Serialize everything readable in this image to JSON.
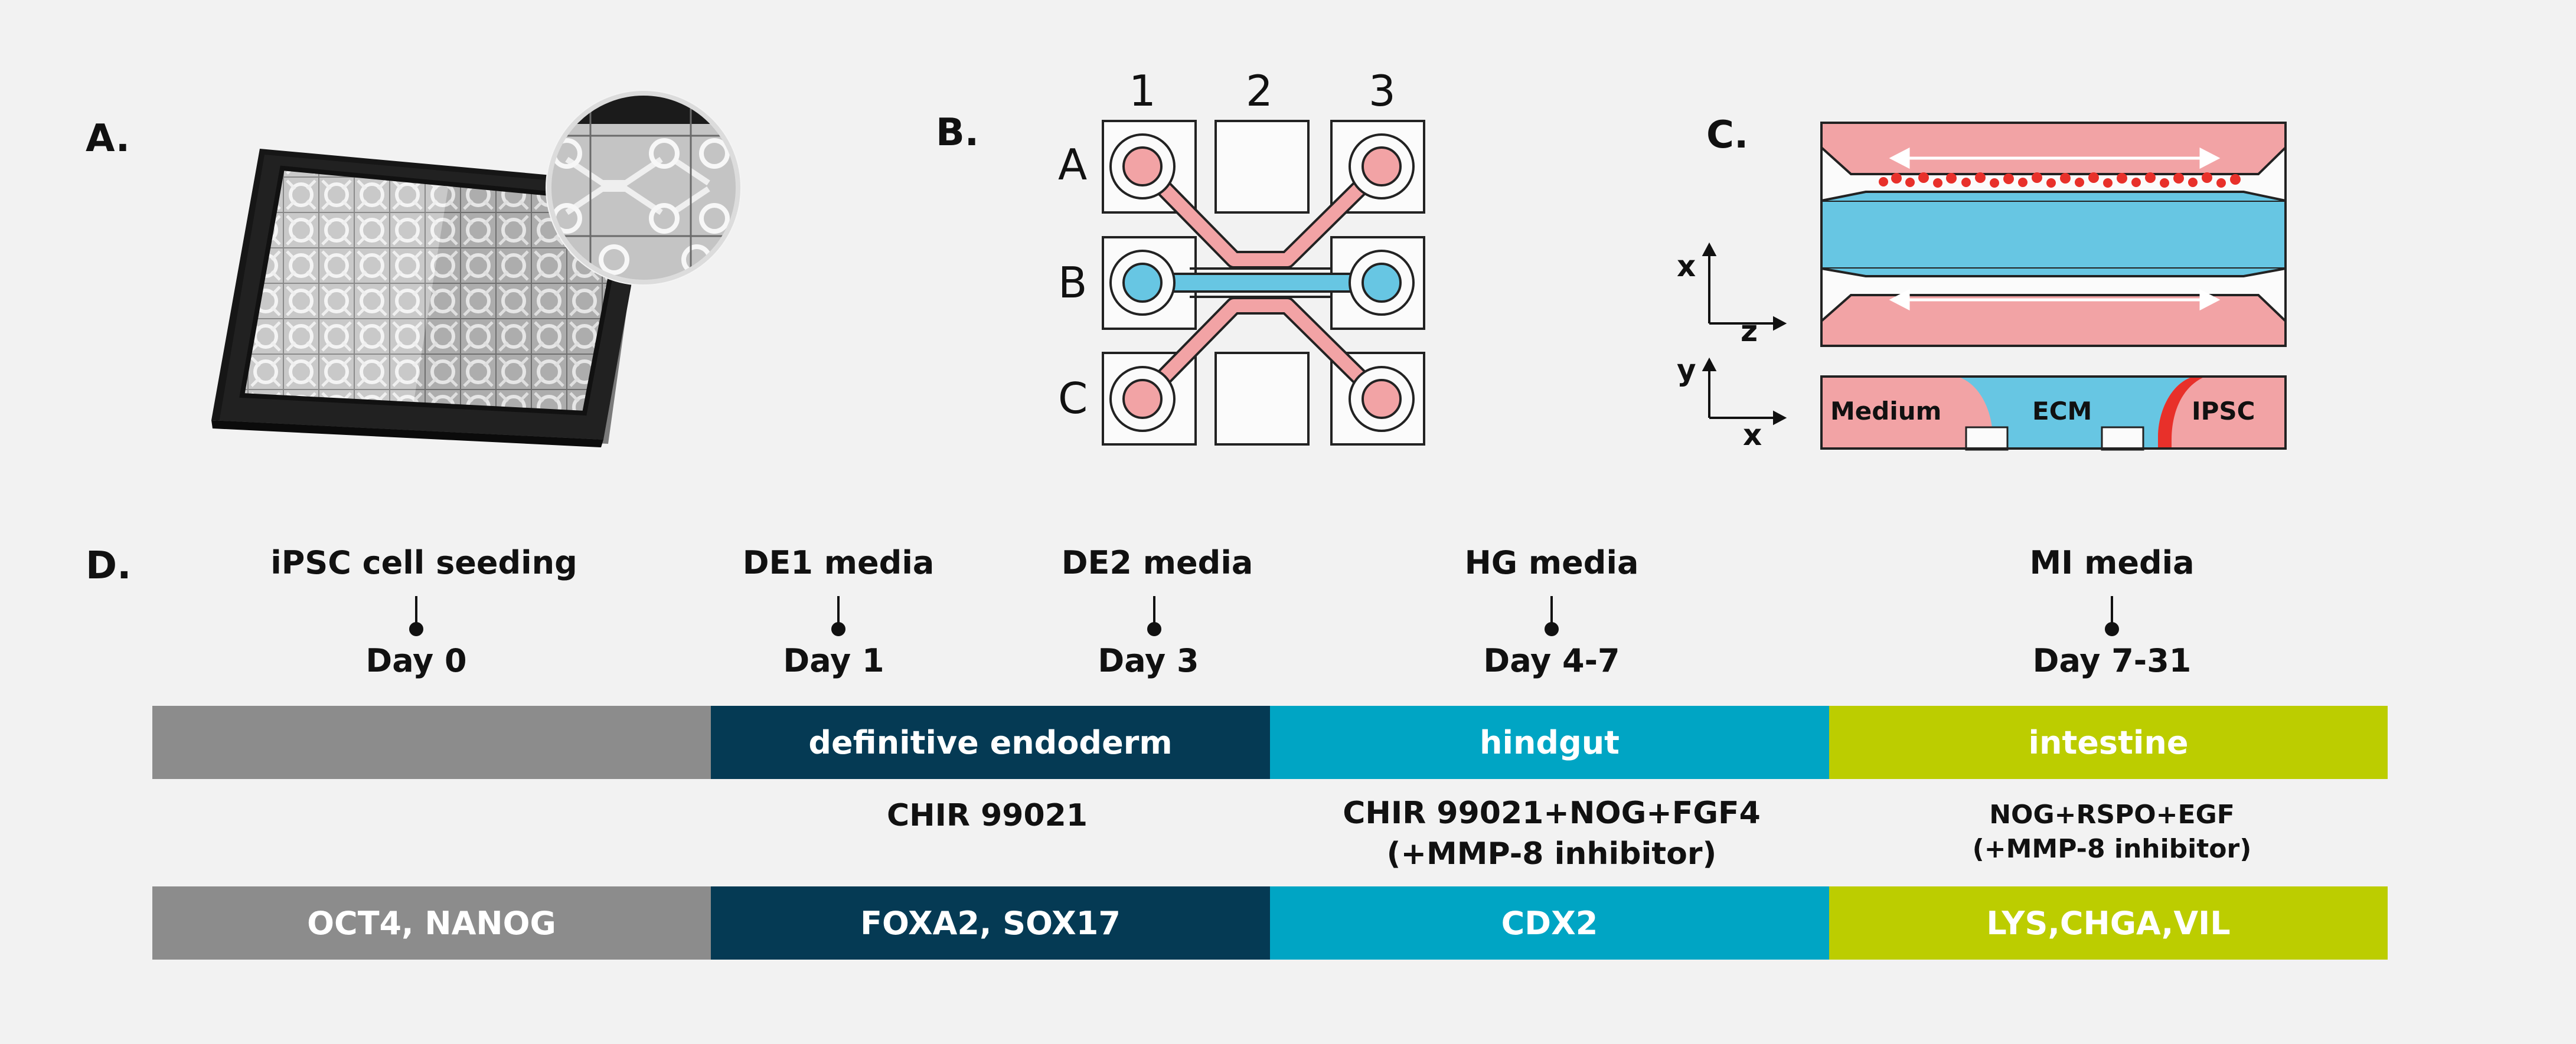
{
  "panels": {
    "a": "A.",
    "b": "B.",
    "c": "C.",
    "d": "D."
  },
  "chip": {
    "columns": [
      "1",
      "2",
      "3"
    ],
    "rows": [
      "A",
      "B",
      "C"
    ]
  },
  "cross_section": {
    "axes_top": {
      "vertical": "x",
      "horizontal": "z"
    },
    "axes_bottom": {
      "vertical": "y",
      "horizontal": "x"
    },
    "labels": {
      "medium": "Medium",
      "ecm": "ECM",
      "ipsc": "IPSC"
    }
  },
  "timeline": {
    "events": [
      {
        "media": "iPSC cell seeding",
        "day": "Day 0"
      },
      {
        "media": "DE1 media",
        "day": "Day 1"
      },
      {
        "media": "DE2 media",
        "day": "Day 3"
      },
      {
        "media": "HG media",
        "day": "Day 4-7"
      },
      {
        "media": "MI media",
        "day": "Day 7-31"
      }
    ],
    "stages": [
      "",
      "definitive endoderm",
      "hindgut",
      "intestine"
    ],
    "factors": [
      {
        "line1": "",
        "line2": ""
      },
      {
        "line1": "CHIR 99021",
        "line2": ""
      },
      {
        "line1": "CHIR 99021+NOG+FGF4",
        "line2": "(+MMP-8 inhibitor)"
      },
      {
        "line1": "NOG+RSPO+EGF",
        "line2": "(+MMP-8 inhibitor)"
      }
    ],
    "markers": [
      "OCT4, NANOG",
      "FOXA2, SOX17",
      "CDX2",
      "LYS,CHGA,VIL"
    ]
  },
  "colors": {
    "ipsc_gray": "#8c8c8c",
    "endoderm_navy": "#053a54",
    "hindgut_teal": "#00a5c4",
    "intestine_lime": "#bccd00",
    "chip_pink": "#f2a3a5",
    "chip_blue": "#67c6e3",
    "cell_red": "#e8302a"
  }
}
